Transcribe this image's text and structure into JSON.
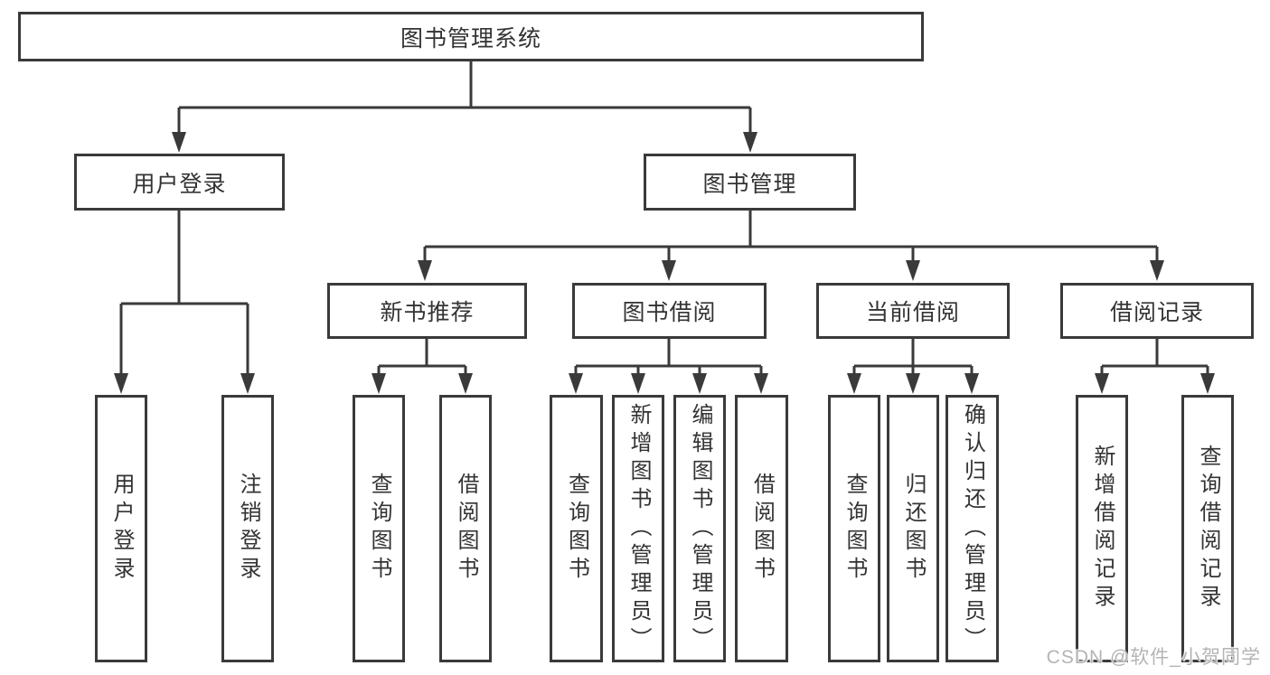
{
  "diagram": {
    "title": "图书管理系统",
    "root": {
      "label": "图书管理系统"
    },
    "level1": [
      {
        "id": "user-login",
        "label": "用户登录"
      },
      {
        "id": "book-management",
        "label": "图书管理"
      }
    ],
    "level2": [
      {
        "id": "new-book-recommend",
        "label": "新书推荐"
      },
      {
        "id": "book-borrow",
        "label": "图书借阅"
      },
      {
        "id": "current-borrow",
        "label": "当前借阅"
      },
      {
        "id": "borrow-records",
        "label": "借阅记录"
      }
    ],
    "leaves": [
      {
        "parent": "user-login",
        "label": "用户登录"
      },
      {
        "parent": "user-login",
        "label": "注销登录"
      },
      {
        "parent": "new-book-recommend",
        "label": "查询图书"
      },
      {
        "parent": "new-book-recommend",
        "label": "借阅图书"
      },
      {
        "parent": "book-borrow",
        "label": "查询图书"
      },
      {
        "parent": "book-borrow",
        "label": "新增图书（管理员）"
      },
      {
        "parent": "book-borrow",
        "label": "编辑图书（管理员）"
      },
      {
        "parent": "book-borrow",
        "label": "借阅图书"
      },
      {
        "parent": "current-borrow",
        "label": "查询图书"
      },
      {
        "parent": "current-borrow",
        "label": "归还图书"
      },
      {
        "parent": "current-borrow",
        "label": "确认归还（管理员）"
      },
      {
        "parent": "borrow-records",
        "label": "新增借阅记录"
      },
      {
        "parent": "borrow-records",
        "label": "查询借阅记录"
      }
    ],
    "watermark": "CSDN @软件_小贺同学",
    "colors": {
      "line": "#3a3a3a",
      "text": "#333333",
      "box_background": "#ffffff",
      "watermark": "#b4b4b4",
      "page_background": "#ffffff"
    }
  }
}
